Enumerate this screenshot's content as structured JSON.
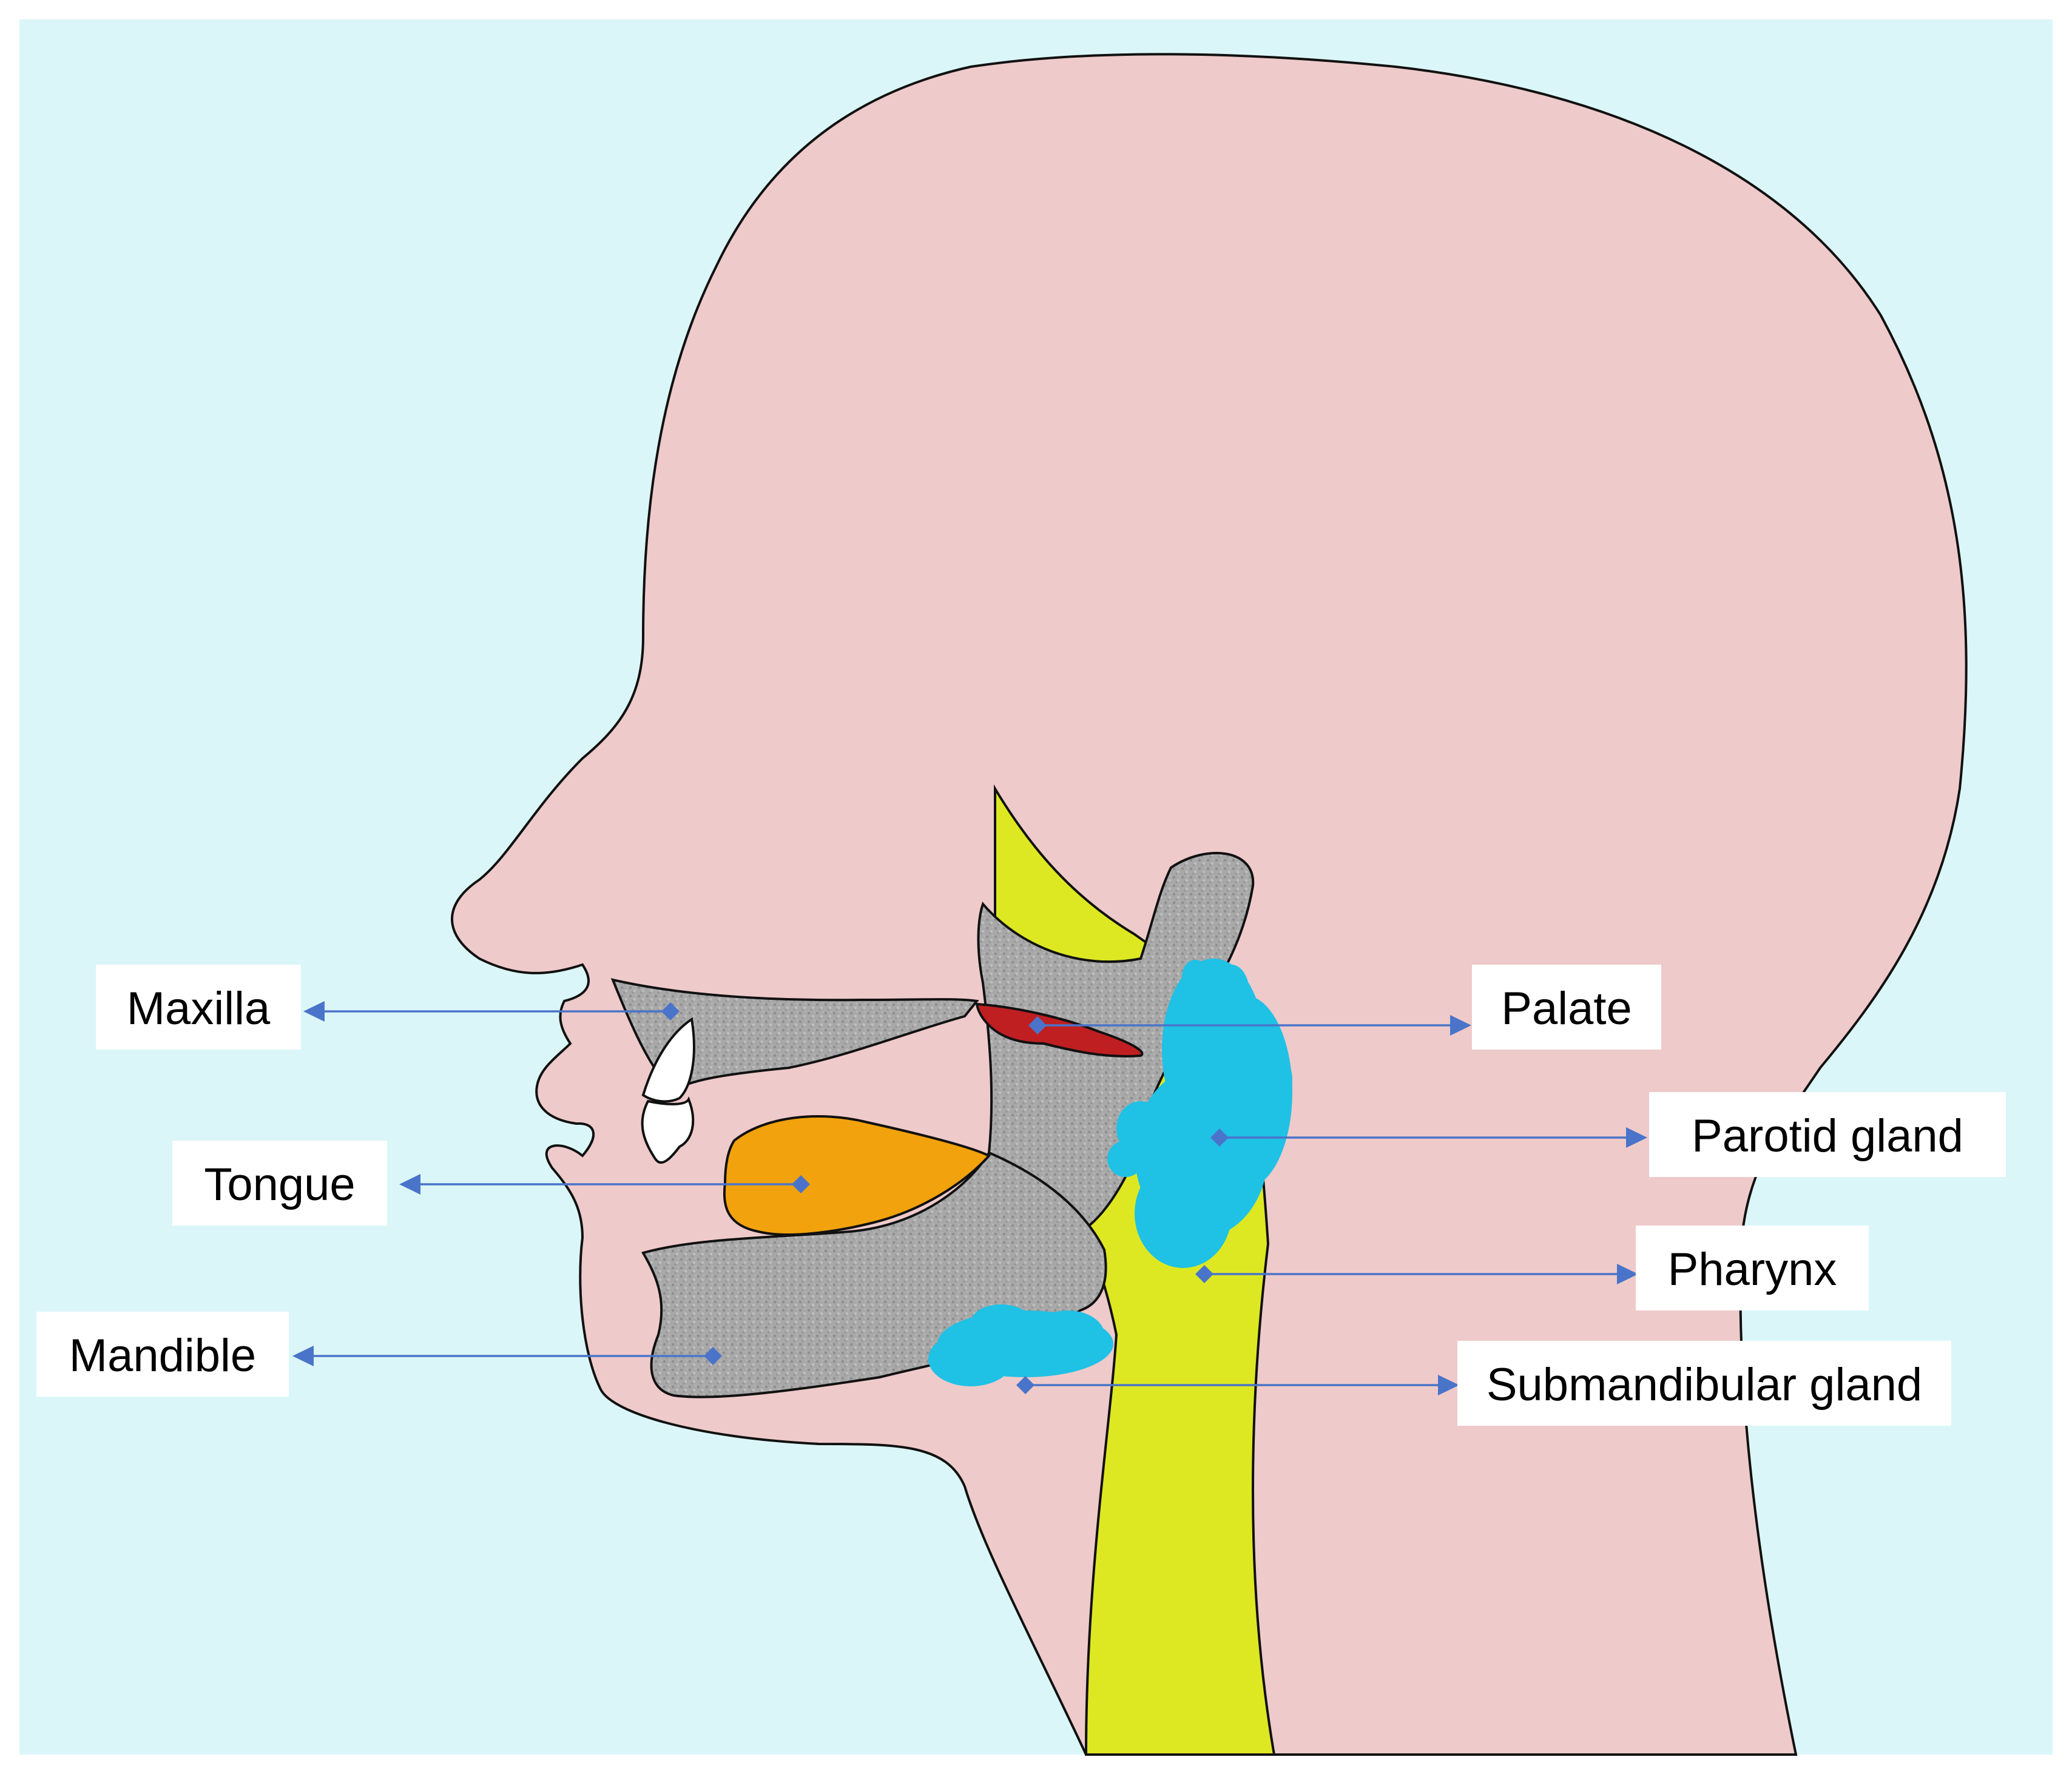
{
  "colors": {
    "background": "#dbf6f8",
    "skin": "#efcaca",
    "bone": "#a9a9a9",
    "tongue": "#f2a20c",
    "palate": "#c01f22",
    "pharynx": "#dde823",
    "gland": "#1fc1e5",
    "tooth": "#ffffff",
    "leader": "#4a74c9"
  },
  "labels": {
    "maxilla": "Maxilla",
    "palate": "Palate",
    "parotid": "Parotid gland",
    "tongue": "Tongue",
    "pharynx": "Pharynx",
    "mandible": "Mandible",
    "submandibular": "Submandibular gland"
  }
}
